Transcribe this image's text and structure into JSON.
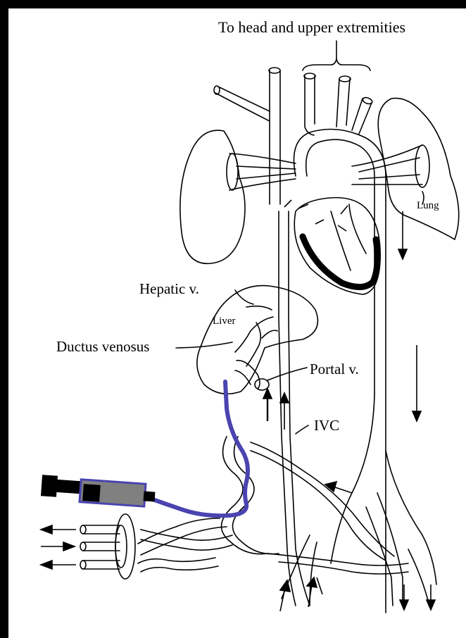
{
  "labels": {
    "head": "To head and upper extremities",
    "lung": "Lung",
    "hepatic": "Hepatic v.",
    "liver": "Liver",
    "ductus": "Ductus venosus",
    "portal": "Portal v.",
    "ivc": "IVC"
  },
  "colors": {
    "background": "#000000",
    "panel": "#ffffff",
    "ink": "#000000",
    "catheter": "#4a44b0",
    "syringe_barrel": "#808080"
  }
}
